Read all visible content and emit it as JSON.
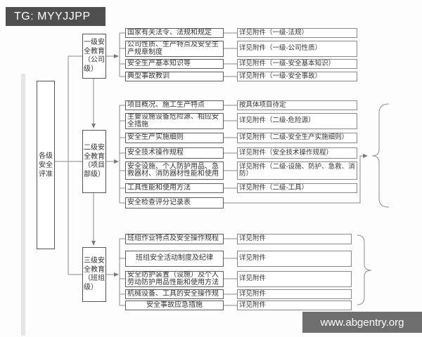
{
  "badges": {
    "header": "TG: MYYJJPP",
    "watermark": "www.abgentry.org"
  },
  "colors": {
    "badge_bg": "#4f4f4f",
    "watermark_bg": "#6e6e6e",
    "line": "#8c8c8c"
  },
  "root": {
    "label": "各级安全评准"
  },
  "levels": [
    {
      "label": "一级安全教育（公司级）",
      "items": [
        {
          "topic": "国家有关法令、法规和规定",
          "note": "详见附件（一级-法规）"
        },
        {
          "topic": "公司性质、生产特点及安全生产规章制度",
          "note": "详见附件（一级-公司性质）"
        },
        {
          "topic": "安全生产基本知识等",
          "note": "详见附件（一级-安全基本知识）"
        },
        {
          "topic": "典型事故教训",
          "note": "详见附件（一级-安全事故）"
        }
      ]
    },
    {
      "label": "二级安全教育（项目部级）",
      "items": [
        {
          "topic": "项目概况、施工生产特点",
          "note": "按具体项目待定"
        },
        {
          "topic": "主要设施设备危险源、相应安全措施",
          "note": "详见附件（二级-危险源）"
        },
        {
          "topic": "安全生产实施细则",
          "note": "详见附件（二级-安全生产实施细则）"
        },
        {
          "topic": "安全技术操作规程",
          "note": "详见附件（安全技术操作规程）"
        },
        {
          "topic": "安全设施、个人防护用品、急救器材、消防器材性能和使用",
          "note": "详见附件（二级-设施、防护、急救、消防）"
        },
        {
          "topic": "工具性能和使用方法",
          "note": "详见附件（二级-工具）"
        },
        {
          "topic": "安全检查评分记录表",
          "note": ""
        }
      ]
    },
    {
      "label": "三级安全教育（班组级）",
      "items": [
        {
          "topic": "班组作业特点及安全操作规程",
          "note": "详见附件"
        },
        {
          "topic": "班组安全活动制度及纪律",
          "note": "详见附件"
        },
        {
          "topic": "安全防护装置（设施）及个人劳动防护用品性能和使用方法",
          "note": "详见附件"
        },
        {
          "topic": "机械设备、工具的安全操作规",
          "note": "详见附件"
        },
        {
          "topic": "安全事故应急措施",
          "note": "详见附件"
        }
      ]
    }
  ]
}
